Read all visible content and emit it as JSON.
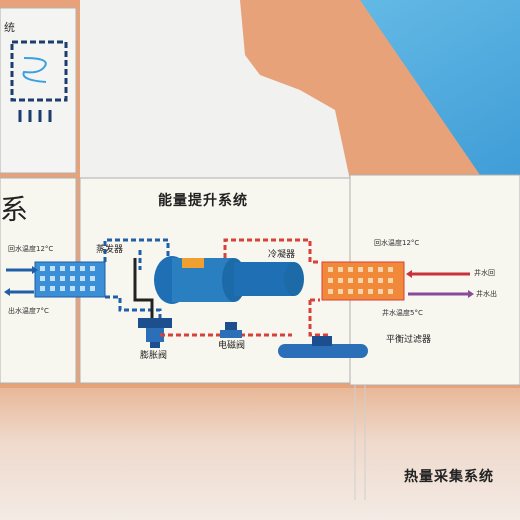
{
  "title": "能量提升系统",
  "heat_collection_title": "热量采集系统",
  "frag_top_left": "统",
  "frag_mid_left": "系",
  "labels": {
    "evaporator": "蒸发器",
    "condenser": "冷凝器",
    "expansion_valve": "膨胀阀",
    "solenoid_valve": "电磁阀",
    "balance_filter": "平衡过滤器",
    "return_temp_left": "回水温度12°C",
    "out_temp_left": "出水温度7°C",
    "return_temp_right": "回水温度12°C",
    "out_temp_right": "井水温度5°C",
    "well_return": "井水回",
    "well_out": "井水出"
  },
  "colors": {
    "sky": "#3fa3d8",
    "soil": "#e8a27a",
    "ground": "#e9d6c8",
    "panel": "#f7f6ef",
    "blue_pipe": "#1f5fa8",
    "red_pipe": "#d8403a",
    "compressor": "#2a7fc0",
    "arrow_red": "#c8323a",
    "arrow_purple": "#8a4a9a"
  }
}
